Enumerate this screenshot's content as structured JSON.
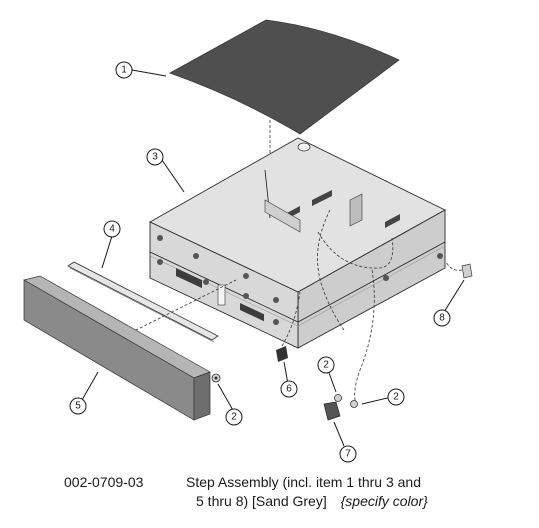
{
  "callouts": [
    {
      "id": "c1",
      "label": "1"
    },
    {
      "id": "c2a",
      "label": "2"
    },
    {
      "id": "c2b",
      "label": "2"
    },
    {
      "id": "c2c",
      "label": "2"
    },
    {
      "id": "c3",
      "label": "3"
    },
    {
      "id": "c4",
      "label": "4"
    },
    {
      "id": "c5",
      "label": "5"
    },
    {
      "id": "c6",
      "label": "6"
    },
    {
      "id": "c7",
      "label": "7"
    },
    {
      "id": "c8",
      "label": "8"
    }
  ],
  "caption": {
    "part_number": "002-0709-03",
    "description_line1": "Step Assembly (incl. item 1 thru 3 and",
    "description_line2": "5 thru 8) [Sand Grey]",
    "specify": "{specify color}"
  },
  "colors": {
    "tread": "#4f4f4f",
    "kick_panel": "#8c8c8c",
    "box_top": "#e2e2e2",
    "box_side": "#cfcfcf",
    "box_front": "#d9d9d9"
  }
}
